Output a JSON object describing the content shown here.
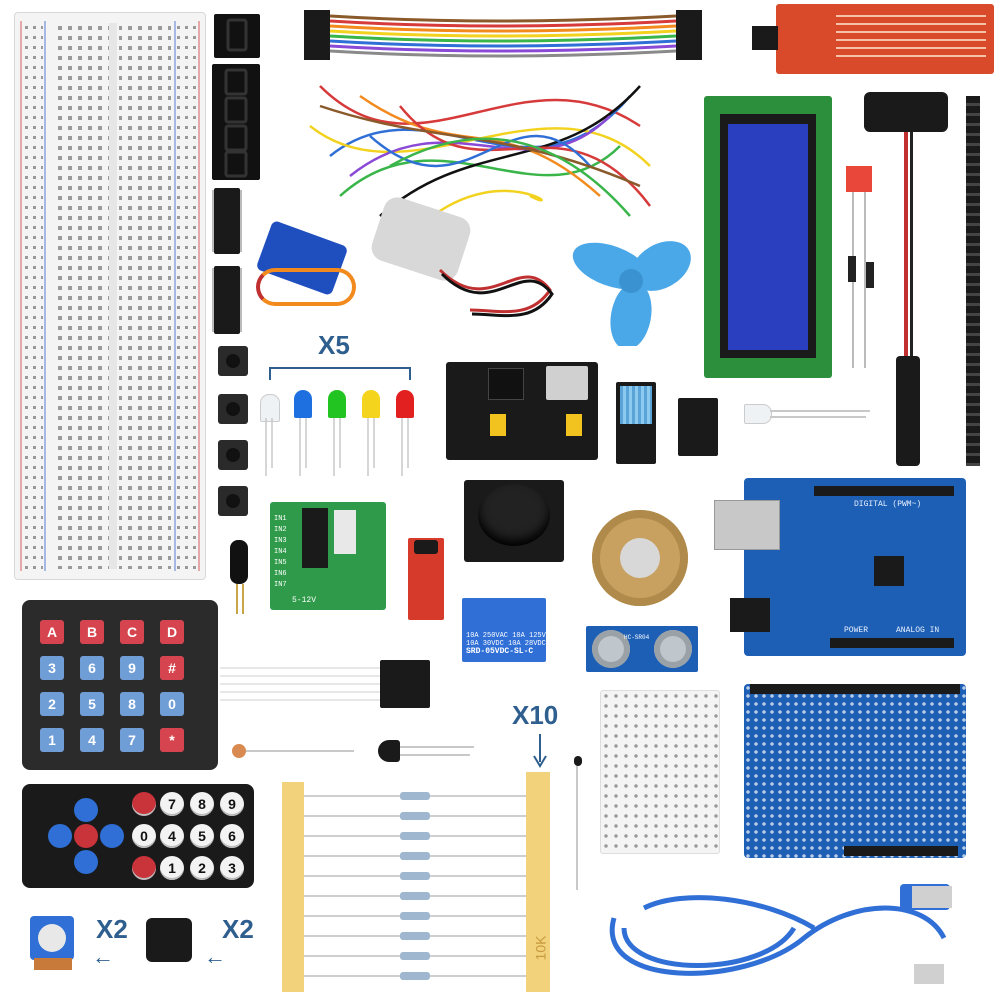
{
  "quantities": {
    "leds": "X5",
    "resistors": "X10",
    "potentiometer": "X2",
    "buzzer": "X2"
  },
  "keypad": {
    "rows": [
      [
        {
          "label": "A",
          "color": "red"
        },
        {
          "label": "B",
          "color": "red"
        },
        {
          "label": "C",
          "color": "red"
        },
        {
          "label": "D",
          "color": "red"
        }
      ],
      [
        {
          "label": "3",
          "color": "blue"
        },
        {
          "label": "6",
          "color": "blue"
        },
        {
          "label": "9",
          "color": "blue"
        },
        {
          "label": "#",
          "color": "red"
        }
      ],
      [
        {
          "label": "2",
          "color": "blue"
        },
        {
          "label": "5",
          "color": "blue"
        },
        {
          "label": "8",
          "color": "blue"
        },
        {
          "label": "0",
          "color": "blue"
        }
      ],
      [
        {
          "label": "1",
          "color": "blue"
        },
        {
          "label": "4",
          "color": "blue"
        },
        {
          "label": "7",
          "color": "blue"
        },
        {
          "label": "*",
          "color": "red"
        }
      ]
    ]
  },
  "remote": {
    "keys": [
      [
        "7",
        "4",
        "1"
      ],
      [
        "8",
        "5",
        "2"
      ],
      [
        "9",
        "6",
        "3"
      ]
    ],
    "left_column": [
      "",
      "0",
      ""
    ]
  },
  "labels": {
    "relay_line1": "10A 250VAC 10A 125VAC",
    "relay_line2": "10A 30VDC 10A 28VDC",
    "relay_model": "SRD-05VDC-SL-C",
    "ultrasonic": "HC-SR04",
    "driver_pins": [
      "IN1",
      "IN2",
      "IN3",
      "IN4",
      "IN5",
      "IN6",
      "IN7"
    ],
    "driver_power": "5-12V",
    "arduino_power": "POWER",
    "arduino_analog": "ANALOG IN",
    "arduino_digital": "DIGITAL (PWM~)",
    "resistor_tape": "10K"
  },
  "colors": {
    "pcb_blue": "#1d5fb5",
    "qty_text": "#2f5f8e",
    "lcd_green": "#2c8f3b",
    "lcd_screen": "#2a3fbf",
    "fan_blue": "#4aa8e8"
  }
}
